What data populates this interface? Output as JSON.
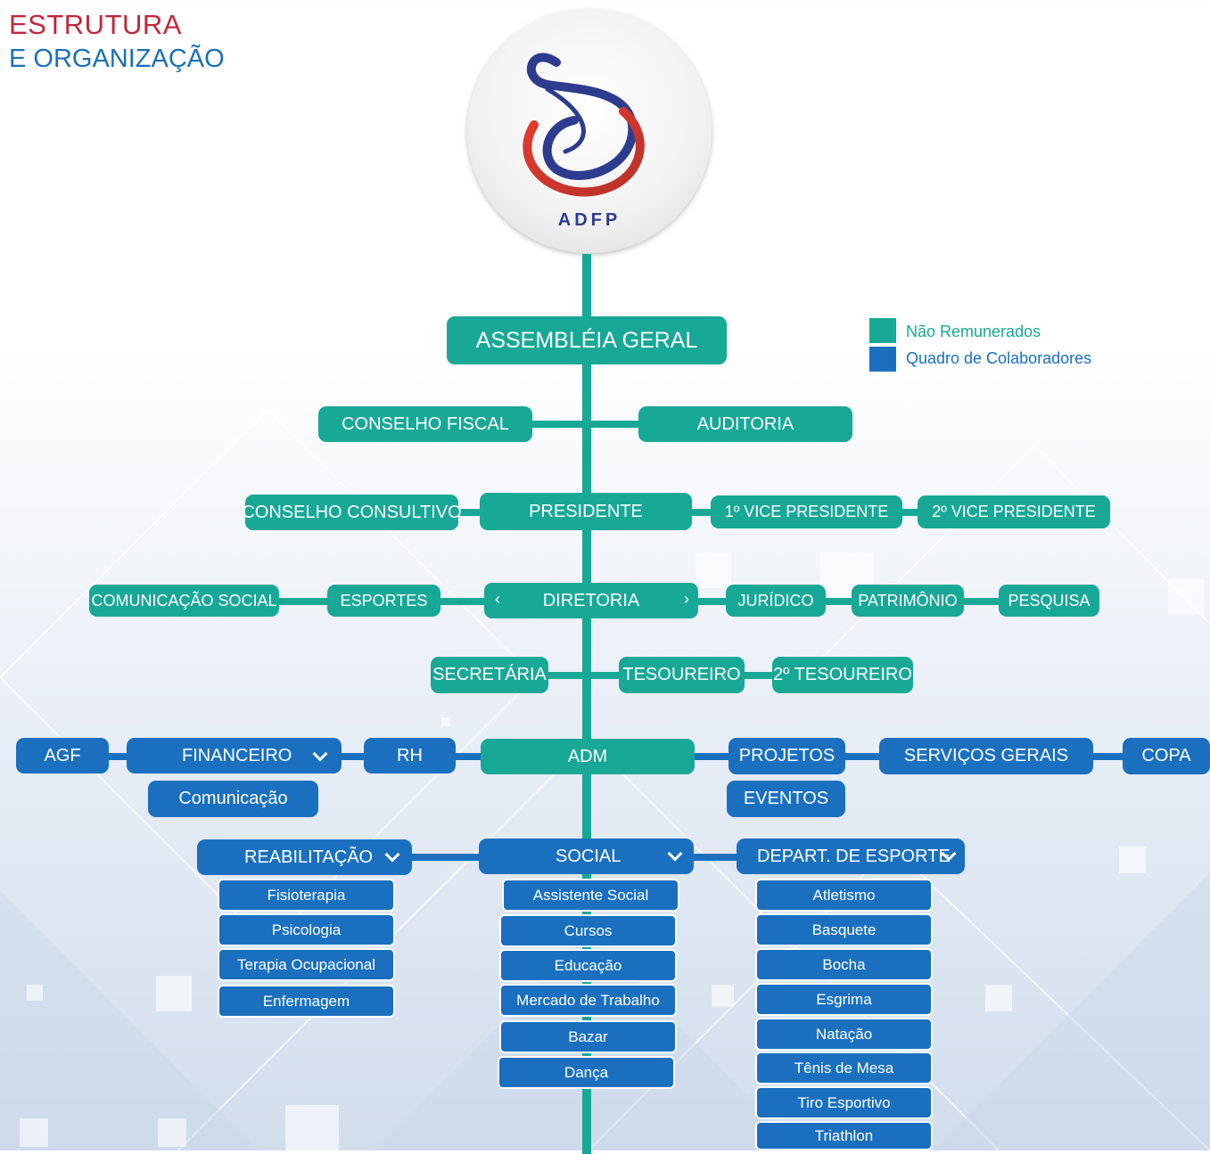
{
  "heading": {
    "line1": "ESTRUTURA",
    "line2": "E ORGANIZAÇÃO"
  },
  "logo": {
    "text": "ADFP"
  },
  "legend": [
    {
      "label": "Não Remunerados",
      "color": "#17a896"
    },
    {
      "label": "Quadro de Colaboradores",
      "color": "#1a70bf"
    }
  ],
  "nodes": {
    "assembleia": "ASSEMBLÉIA GERAL",
    "conselho_fiscal": "CONSELHO FISCAL",
    "auditoria": "AUDITORIA",
    "conselho_consultivo": "CONSELHO CONSULTIVO",
    "presidente": "PRESIDENTE",
    "vice1": "1º VICE PRESIDENTE",
    "vice2": "2º VICE PRESIDENTE",
    "comunicacao_social": "COMUNICAÇÃO SOCIAL",
    "esportes": "ESPORTES",
    "diretoria": "DIRETORIA",
    "juridico": "JURÍDICO",
    "patrimonio": "PATRIMÔNIO",
    "pesquisa": "PESQUISA",
    "secretaria": "SECRETÁRIA",
    "tesoureiro": "TESOUREIRO",
    "tesoureiro2": "2º TESOUREIRO",
    "agf": "AGF",
    "financeiro": "FINANCEIRO",
    "rh": "RH",
    "adm": "ADM",
    "projetos": "PROJETOS",
    "servicos_gerais": "SERVIÇOS GERAIS",
    "copa": "COPA",
    "comunicacao": "Comunicação",
    "eventos": "EVENTOS",
    "reabilitacao": "REABILITAÇÃO",
    "social": "SOCIAL",
    "depart_esporte": "DEPART. DE ESPORTE"
  },
  "reabilitacao_items": [
    "Fisioterapia",
    "Psicologia",
    "Terapia Ocupacional",
    "Enfermagem"
  ],
  "social_items": [
    "Assistente Social",
    "Cursos",
    "Educação",
    "Mercado de Trabalho",
    "Bazar",
    "Dança"
  ],
  "esporte_items": [
    "Atletismo",
    "Basquete",
    "Bocha",
    "Esgrima",
    "Natação",
    "Tênis de Mesa",
    "Tiro Esportivo",
    "Triathlon"
  ],
  "icons": {
    "dropdown": "chevron-down-icon",
    "left": "chevron-left-icon",
    "right": "chevron-right-icon"
  }
}
